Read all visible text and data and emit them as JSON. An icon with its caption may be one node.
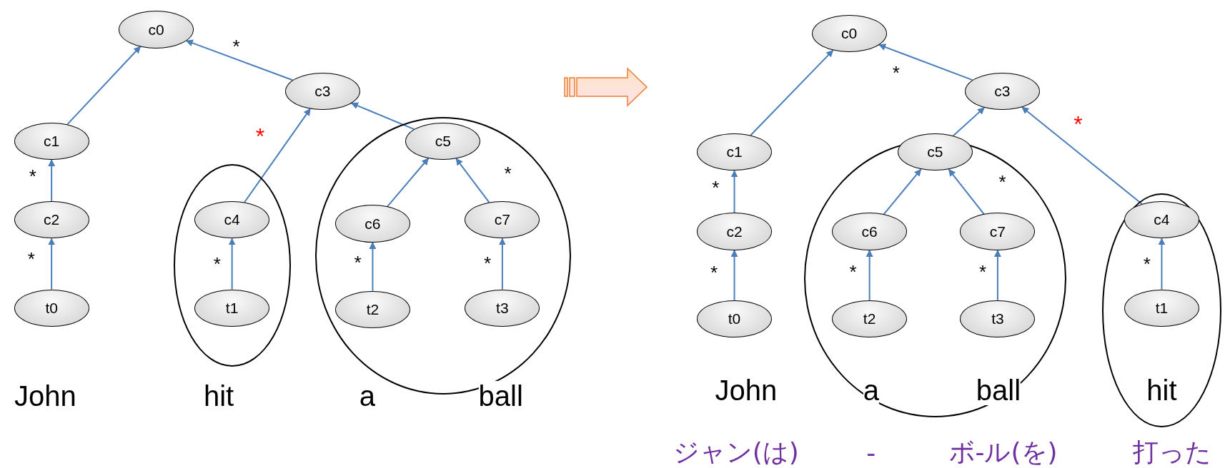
{
  "diagram": {
    "nodes": [
      {
        "text": [
          "c0"
        ]
      },
      {
        "text": [
          "c3"
        ]
      },
      {
        "text": [
          "c1"
        ]
      },
      {
        "text": [
          "c2"
        ]
      },
      {
        "text": [
          "t0"
        ]
      },
      {
        "text": [],
        "shape": "circle"
      },
      {
        "text": [
          "c4"
        ],
        "in": 5
      },
      {
        "text": [
          "t1"
        ],
        "in": 5
      },
      {
        "text": [],
        "shape": "circle"
      },
      {
        "text": [
          "c5"
        ],
        "in": 8
      },
      {
        "text": [
          "c6"
        ],
        "in": 8
      },
      {
        "text": [
          "c7"
        ],
        "in": 8
      },
      {
        "text": [
          "t2"
        ],
        "in": 8
      },
      {
        "text": [
          "t3"
        ],
        "in": 8
      },
      {
        "text": [
          "c0"
        ]
      },
      {
        "text": [
          "c3"
        ]
      },
      {
        "text": [
          "c1"
        ]
      },
      {
        "text": [
          "c2"
        ]
      },
      {
        "text": [
          "t0"
        ]
      },
      {
        "text": [],
        "shape": "circle"
      },
      {
        "text": [
          "c5"
        ]
      },
      {
        "text": [
          "c6"
        ],
        "in": 19
      },
      {
        "text": [
          "c7"
        ],
        "in": 19
      },
      {
        "text": [
          "t2"
        ],
        "in": 19
      },
      {
        "text": [
          "t3"
        ],
        "in": 19
      },
      {
        "text": [],
        "shape": "circle"
      },
      {
        "text": [
          "c4"
        ],
        "in": 25
      },
      {
        "text": [
          "t1"
        ],
        "in": 25
      }
    ],
    "edges": [
      {
        "from": 2,
        "to": 0,
        "arrow": "to"
      },
      {
        "from": 1,
        "to": 0,
        "arrow": "to",
        "label": "*"
      },
      {
        "from": 3,
        "to": 2,
        "arrow": "to",
        "label": "*"
      },
      {
        "from": 4,
        "to": 3,
        "arrow": "to",
        "label": "*"
      },
      {
        "from": 6,
        "to": 1,
        "arrow": "to",
        "label": "*"
      },
      {
        "from": 7,
        "to": 6,
        "arrow": "to",
        "label": "*"
      },
      {
        "from": 9,
        "to": 1,
        "arrow": "to"
      },
      {
        "from": 10,
        "to": 9,
        "arrow": "to"
      },
      {
        "from": 11,
        "to": 9,
        "arrow": "to",
        "label": "*"
      },
      {
        "from": 12,
        "to": 10,
        "arrow": "to",
        "label": "*"
      },
      {
        "from": 13,
        "to": 11,
        "arrow": "to",
        "label": "*"
      },
      {
        "from": 16,
        "to": 14,
        "arrow": "to"
      },
      {
        "from": 15,
        "to": 14,
        "arrow": "to",
        "label": "*"
      },
      {
        "from": 17,
        "to": 16,
        "arrow": "to",
        "label": "*"
      },
      {
        "from": 18,
        "to": 17,
        "arrow": "to",
        "label": "*"
      },
      {
        "from": 20,
        "to": 15,
        "arrow": "to"
      },
      {
        "from": 26,
        "to": 15,
        "arrow": "to",
        "label": "*"
      },
      {
        "from": 21,
        "to": 20,
        "arrow": "to"
      },
      {
        "from": 22,
        "to": 20,
        "arrow": "to",
        "label": "*"
      },
      {
        "from": 23,
        "to": 21,
        "arrow": "to",
        "label": "*"
      },
      {
        "from": 24,
        "to": 22,
        "arrow": "to",
        "label": "*"
      },
      {
        "from": 27,
        "to": 26,
        "arrow": "to",
        "label": "*"
      }
    ],
    "labels": [
      "John",
      "hit",
      "a",
      "ball",
      "John",
      "a",
      "ball",
      "hit",
      "ジャン(は)",
      "-",
      "ボ-ル(を)",
      "打った"
    ]
  }
}
